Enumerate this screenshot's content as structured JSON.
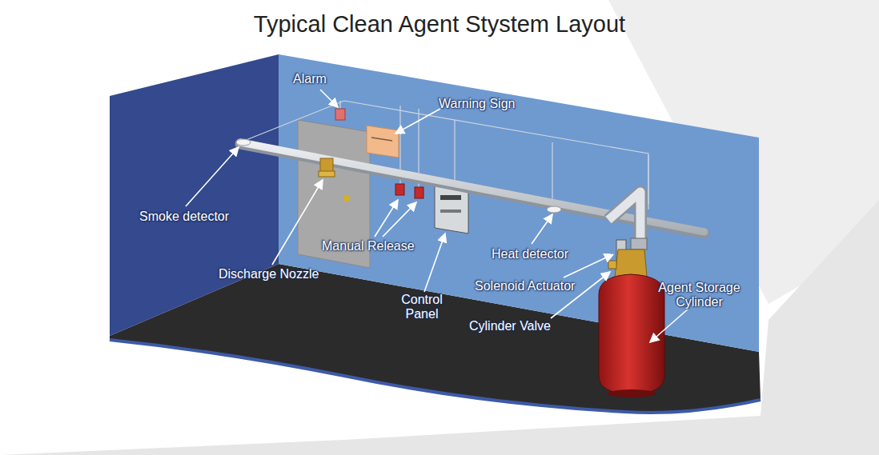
{
  "diagram": {
    "title": "Typical Clean Agent Stystem Layout",
    "labels": [
      "Alarm",
      "Warning Sign",
      "Smoke detector",
      "Manual Release",
      "Discharge Nozzle",
      "Heat detector",
      "Control Panel",
      "Solenoid Actuator",
      "Agent Storage Cylinder",
      "Cylinder Valve"
    ]
  }
}
